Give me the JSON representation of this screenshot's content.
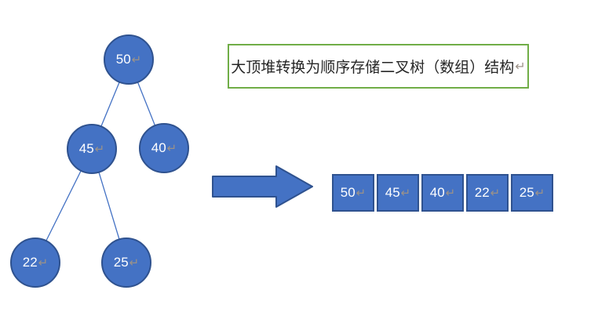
{
  "title_box": {
    "text": "大顶堆转换为顺序存储二叉树（数组）结构"
  },
  "tree": {
    "node_values": [
      "50",
      "45",
      "40",
      "22",
      "25"
    ]
  },
  "array": {
    "cells": [
      "50",
      "45",
      "40",
      "22",
      "25"
    ]
  },
  "marks": {
    "line_break": "↵"
  },
  "colors": {
    "shape_fill": "#4472C4",
    "shape_border": "#2F528F",
    "edge_line": "#4472C4",
    "title_border": "#70AD47",
    "mark_color": "#9C9288",
    "node_text": "#FFFFFF",
    "title_text": "#262626"
  },
  "chart_data": {
    "type": "table",
    "title": "大顶堆转换为顺序存储二叉树（数组）结构",
    "tree_edges": [
      [
        "50",
        "45"
      ],
      [
        "50",
        "40"
      ],
      [
        "45",
        "22"
      ],
      [
        "45",
        "25"
      ]
    ],
    "array_order": [
      "50",
      "45",
      "40",
      "22",
      "25"
    ]
  }
}
